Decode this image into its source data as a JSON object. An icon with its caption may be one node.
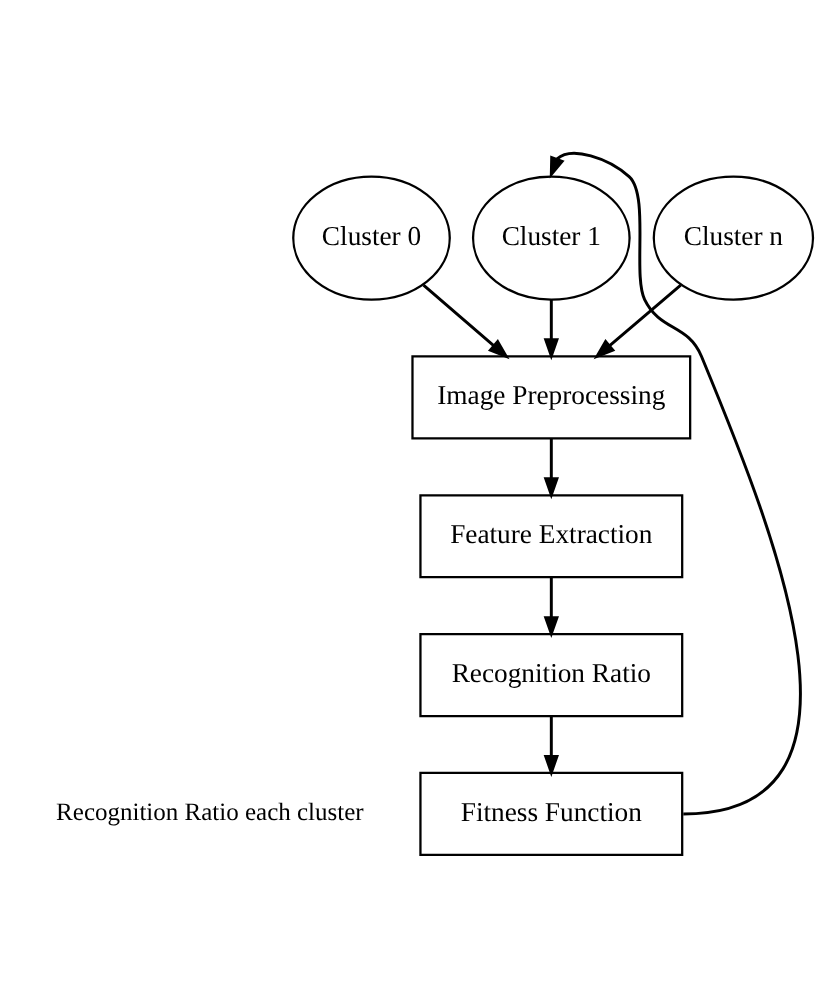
{
  "diagram": {
    "nodes": [
      {
        "text": [
          "Cluster 0"
        ]
      },
      {
        "text": [
          "Cluster 1"
        ]
      },
      {
        "text": [
          "Cluster n"
        ]
      },
      {
        "text": [
          "Image Preprocessing"
        ]
      },
      {
        "text": [
          "Feature Extraction"
        ]
      },
      {
        "text": [
          "Recognition Ratio"
        ]
      },
      {
        "text": [
          "Fitness Function"
        ]
      }
    ],
    "edges": [
      {
        "from": 0,
        "to": 3,
        "arrow": "to"
      },
      {
        "from": 1,
        "to": 3,
        "arrow": "to"
      },
      {
        "from": 2,
        "to": 3,
        "arrow": "to"
      },
      {
        "from": 3,
        "to": 4,
        "arrow": "to"
      },
      {
        "from": 4,
        "to": 5,
        "arrow": "to"
      },
      {
        "from": 5,
        "to": 6,
        "arrow": "to"
      },
      {
        "from": 6,
        "to": 1,
        "arrow": "to"
      }
    ],
    "labels": [
      "Recognition Ratio each cluster"
    ]
  }
}
